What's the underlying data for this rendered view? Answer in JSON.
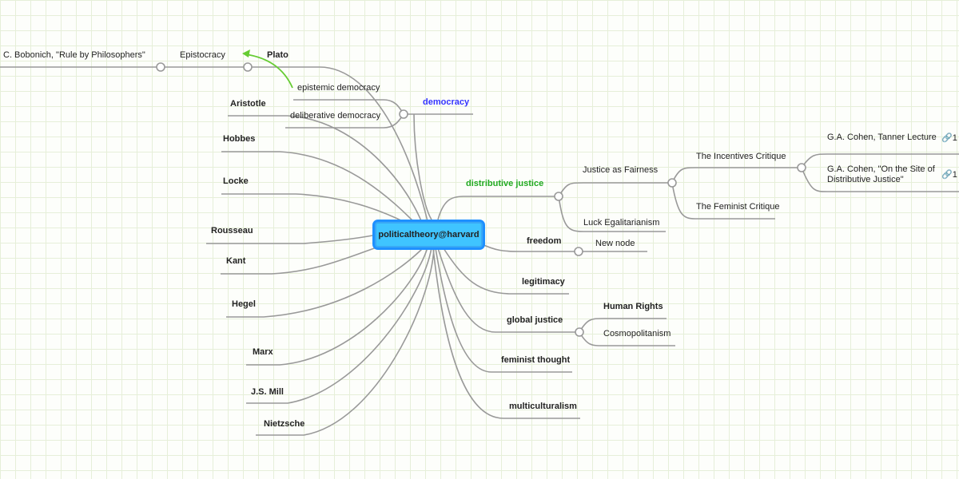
{
  "root": "politicaltheory@harvard",
  "colors": {
    "root_fill": "#3fc4ff",
    "root_border": "#1e90ff",
    "democracy": "#3333ff",
    "distributive_justice": "#22aa22",
    "arrow": "#66cc33",
    "line": "#999999"
  },
  "philosophers": [
    "Plato",
    "Aristotle",
    "Hobbes",
    "Locke",
    "Rousseau",
    "Kant",
    "Hegel",
    "Marx",
    "J.S. Mill",
    "Nietzsche"
  ],
  "plato_children": {
    "epistocracy": "Epistocracy",
    "bobonich": "C. Bobonich, \"Rule by Philosophers\""
  },
  "democracy": {
    "label": "democracy",
    "children": [
      "epistemic democracy",
      "deliberative democracy"
    ]
  },
  "distributive_justice": {
    "label": "distributive justice",
    "justice_as_fairness": "Justice as Fairness",
    "incentives_critique": "The Incentives Critique",
    "cohen_tanner": "G.A. Cohen, Tanner Lecture",
    "cohen_site_1": "G.A. Cohen, \"On the Site of",
    "cohen_site_2": "Distributive Justice\"",
    "link_count_1": "1",
    "link_count_2": "1",
    "feminist_critique": "The Feminist Critique",
    "luck_egalitarianism": "Luck Egalitarianism"
  },
  "freedom": {
    "label": "freedom",
    "child": "New node"
  },
  "legitimacy": "legitimacy",
  "global_justice": {
    "label": "global justice",
    "children": [
      "Human Rights",
      "Cosmopolitanism"
    ]
  },
  "feminist_thought": "feminist thought",
  "multiculturalism": "multiculturalism",
  "icons": {
    "link": "link-icon",
    "collapse": "circle-toggle"
  }
}
